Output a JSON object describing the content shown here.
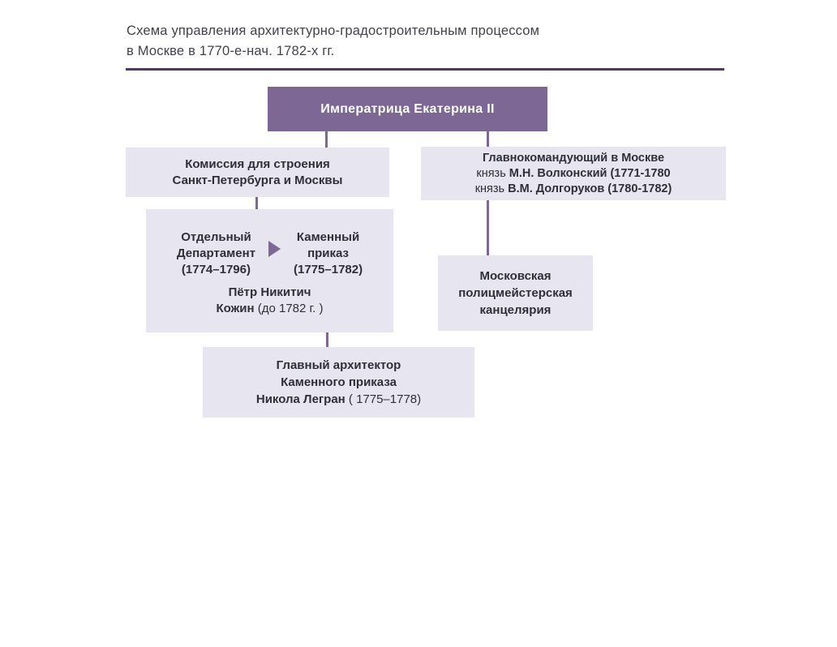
{
  "title": {
    "line1": "Схема управления архитектурно-градостроительным процессом",
    "line2": "в Москве в 1770-е-нач. 1782-х гг."
  },
  "colors": {
    "accent_purple": "#7c6795",
    "box_fill": "#e6e5f0",
    "divider": "#4d3c63",
    "text_dark": "#2f2f3a",
    "empress_text": "#ffffff"
  },
  "boxes": {
    "empress": {
      "label": "Императрица Екатерина II"
    },
    "commission": {
      "line1": "Комиссия для строения",
      "line2": "Санкт-Петербурга и Москвы"
    },
    "commander": {
      "line1": "Главнокомандующий в Москве",
      "line2_prefix": "князь ",
      "line2_bold": "М.Н. Волконский (1771-1780",
      "line3_prefix": "князь ",
      "line3_bold": "В.М. Долгоруков (1780-1782)"
    },
    "department": {
      "left_col": [
        "Отдельный",
        "Департамент",
        "(1774–1796)"
      ],
      "right_col": [
        "Каменный",
        "приказ",
        "(1775–1782)"
      ],
      "person_line1": "Пётр Никитич",
      "person_line2_bold": "Кожин",
      "person_line2_regular": " (до 1782 г. )"
    },
    "police": {
      "line1": "Московская",
      "line2": "полицмейстерская",
      "line3": "канцелярия"
    },
    "architect": {
      "line1": "Главный архитектор",
      "line2": "Каменного приказа",
      "line3_bold": "Никола Легран",
      "line3_regular": " ( 1775–1778)"
    }
  }
}
